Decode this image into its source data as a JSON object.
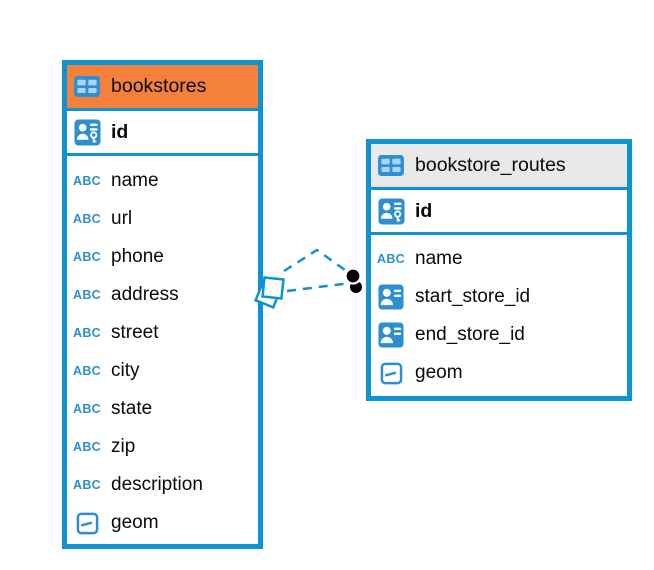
{
  "colors": {
    "accent_blue": "#0d92d2",
    "icon_blue": "#2e8fd0",
    "bookstores_header": "#f5803c",
    "bookstore_routes_header": "#e9e9e9",
    "text": "#0a0a0a",
    "relationship_marker": "#000000"
  },
  "glyphs": {
    "text_type": "ABC"
  },
  "tables": [
    {
      "name": "bookstores",
      "primary_key": "id",
      "columns": [
        {
          "label": "name",
          "icon": "text-type-icon"
        },
        {
          "label": "url",
          "icon": "text-type-icon"
        },
        {
          "label": "phone",
          "icon": "text-type-icon"
        },
        {
          "label": "address",
          "icon": "text-type-icon"
        },
        {
          "label": "street",
          "icon": "text-type-icon"
        },
        {
          "label": "city",
          "icon": "text-type-icon"
        },
        {
          "label": "state",
          "icon": "text-type-icon"
        },
        {
          "label": "zip",
          "icon": "text-type-icon"
        },
        {
          "label": "description",
          "icon": "text-type-icon"
        },
        {
          "label": "geom",
          "icon": "geometry-type-icon"
        }
      ]
    },
    {
      "name": "bookstore_routes",
      "primary_key": "id",
      "columns": [
        {
          "label": "name",
          "icon": "text-type-icon"
        },
        {
          "label": "start_store_id",
          "icon": "foreign-key-icon"
        },
        {
          "label": "end_store_id",
          "icon": "foreign-key-icon"
        },
        {
          "label": "geom",
          "icon": "geometry-type-icon"
        }
      ]
    }
  ],
  "relationship": {
    "from_table": "bookstores",
    "to_table": "bookstore_routes",
    "line_style": "dashed"
  }
}
